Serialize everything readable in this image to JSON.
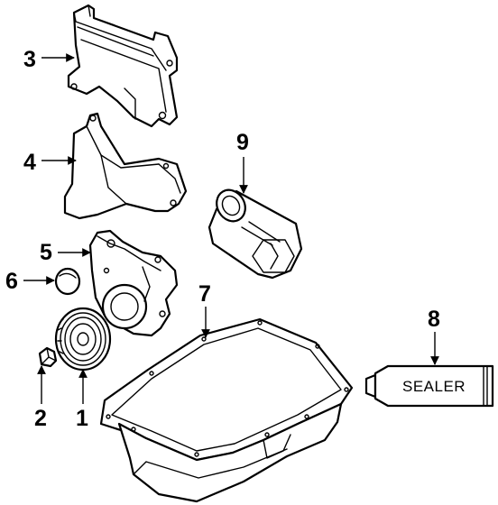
{
  "callouts": [
    {
      "id": "1",
      "label": "1"
    },
    {
      "id": "2",
      "label": "2"
    },
    {
      "id": "3",
      "label": "3"
    },
    {
      "id": "4",
      "label": "4"
    },
    {
      "id": "5",
      "label": "5"
    },
    {
      "id": "6",
      "label": "6"
    },
    {
      "id": "7",
      "label": "7"
    },
    {
      "id": "8",
      "label": "8"
    },
    {
      "id": "9",
      "label": "9"
    }
  ],
  "sealer_tube": {
    "text": "SEALER"
  }
}
